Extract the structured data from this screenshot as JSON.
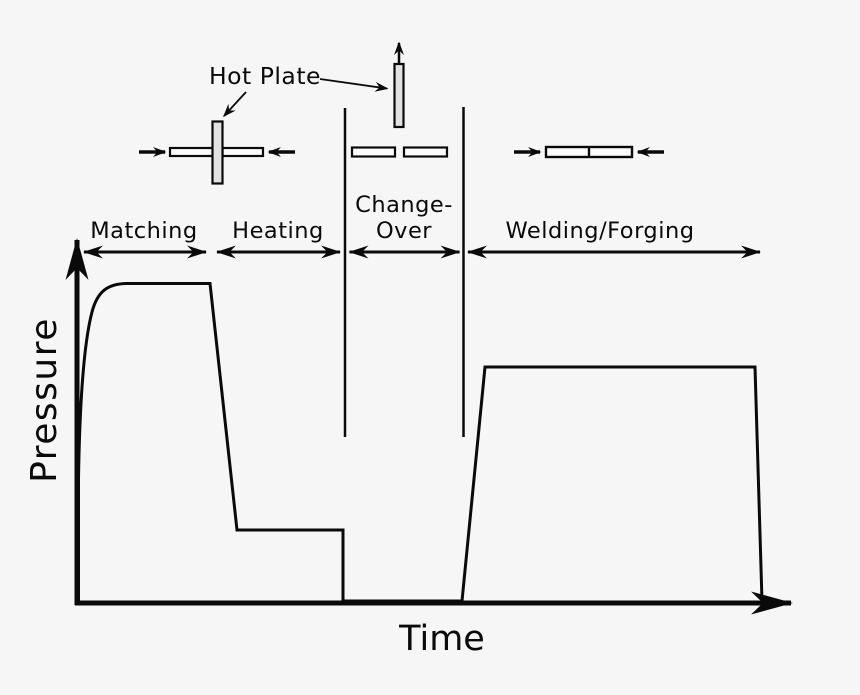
{
  "labels": {
    "hot_plate": "Hot Plate",
    "phase_matching": "Matching",
    "phase_heating": "Heating",
    "phase_changeover_line1": "Change-",
    "phase_changeover_line2": "Over",
    "phase_welding_forging": "Welding/Forging",
    "y_axis": "Pressure",
    "x_axis": "Time"
  },
  "icons": {
    "left": "workpieces-pressed-on-hot-plate-icon",
    "middle": "hot-plate-withdrawn-icon",
    "right": "workpieces-joined-icon"
  },
  "colors": {
    "background": "#f6f6f6",
    "line": "#0a0a0a",
    "hot_plate_fill": "#e2e2e2",
    "workpiece_fill": "#fbfbfb"
  },
  "chart_data": {
    "type": "line",
    "title": "",
    "xlabel": "Time",
    "ylabel": "Pressure",
    "axes_quantitative": false,
    "grid": false,
    "phases": [
      "Matching",
      "Heating",
      "Change-Over",
      "Welding/Forging"
    ],
    "phase_x_ranges_normalized": [
      [
        0.007,
        0.191
      ],
      [
        0.201,
        0.386
      ],
      [
        0.394,
        0.561
      ],
      [
        0.567,
        1.0
      ]
    ],
    "pressure_profile_normalized": [
      [
        0.002,
        0.0
      ],
      [
        0.002,
        0.42
      ],
      [
        0.02,
        0.9
      ],
      [
        0.07,
        1.0
      ],
      [
        0.194,
        1.0
      ],
      [
        0.233,
        0.23
      ],
      [
        0.388,
        0.23
      ],
      [
        0.388,
        0.0
      ],
      [
        0.561,
        0.0
      ],
      [
        0.595,
        0.74
      ],
      [
        0.988,
        0.74
      ],
      [
        0.998,
        0.0
      ]
    ]
  }
}
